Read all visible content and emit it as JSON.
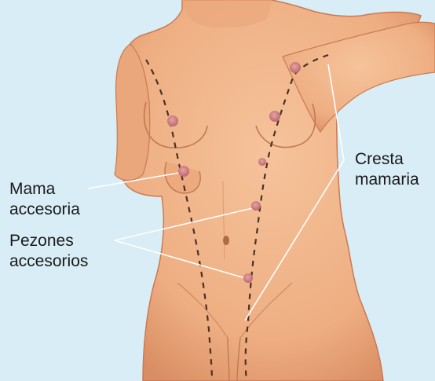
{
  "labels": {
    "accessory_breast": [
      "Mama",
      "accesoria"
    ],
    "accessory_nipples": [
      "Pezones",
      "accesorios"
    ],
    "mammary_ridge": [
      "Cresta",
      "mamaria"
    ]
  },
  "colors": {
    "background": "#d9edf6",
    "skin": "#f0b488",
    "skin_shadow": "#d8875c",
    "nipple": "#c97f84",
    "dashed_line": "#4a3226",
    "leader_line": "#ffffff"
  }
}
